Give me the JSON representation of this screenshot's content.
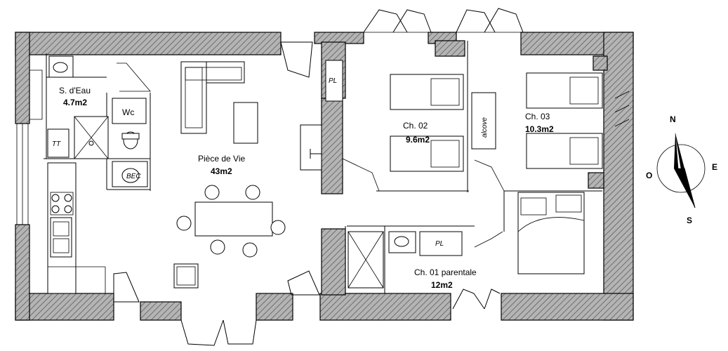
{
  "plan": {
    "rooms": {
      "sdeau": {
        "name": "S. d'Eau",
        "area": "4.7m2"
      },
      "wc": {
        "name": "Wc"
      },
      "piece": {
        "name": "Pièce de Vie",
        "area": "43m2"
      },
      "ch02": {
        "name": "Ch. 02",
        "area": "9.6m2"
      },
      "ch03": {
        "name": "Ch. 03",
        "area": "10.3m2"
      },
      "ch01": {
        "name": "Ch. 01 parentale",
        "area": "12m2"
      }
    },
    "fixtures": {
      "pl_top": "PL",
      "pl_bottom": "PL",
      "tt": "TT",
      "bec": "BEC",
      "alcove": "alcove"
    }
  },
  "compass": {
    "north": "N",
    "south": "S",
    "east": "E",
    "west": "O"
  },
  "colors": {
    "wall_fill": "#9a9a9a",
    "line": "#000000",
    "background": "#ffffff"
  }
}
